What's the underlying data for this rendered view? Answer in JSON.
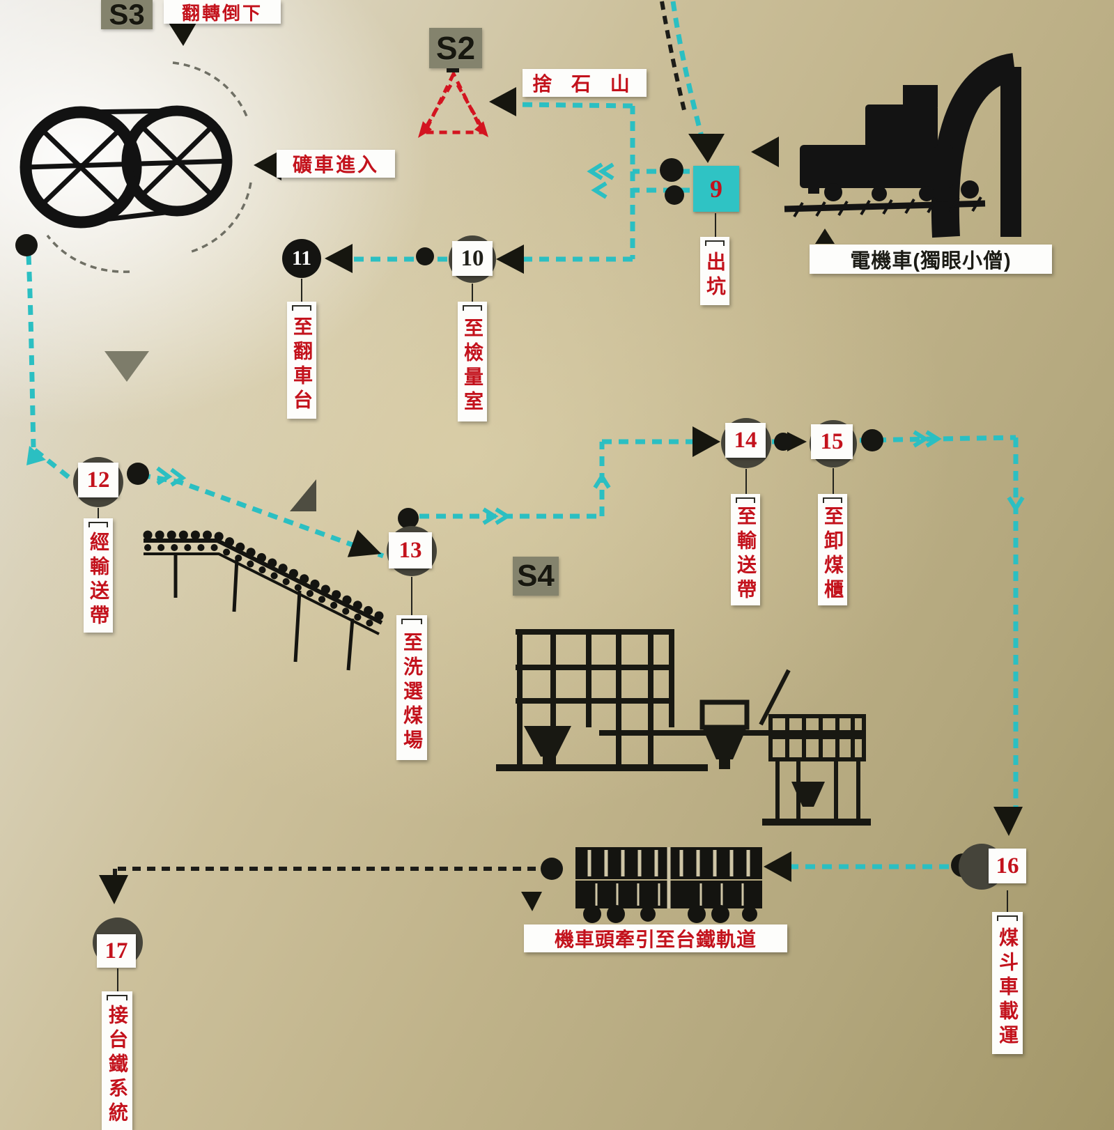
{
  "colors": {
    "flow_teal": "#2bbfc2",
    "text_red": "#c3121c",
    "ink_black": "#16160f",
    "section_gray": "#84836d",
    "node9_fill": "#2fc3c4"
  },
  "sections": {
    "s2": "S2",
    "s3": "S3",
    "s4": "S4"
  },
  "nodes": [
    {
      "num": "9",
      "label": "出坑"
    },
    {
      "num": "10",
      "label": "至檢量室"
    },
    {
      "num": "11",
      "label": "至翻車台"
    },
    {
      "num": "12",
      "label": "經輸送帶"
    },
    {
      "num": "13",
      "label": "至洗選煤場"
    },
    {
      "num": "14",
      "label": "至輸送帶"
    },
    {
      "num": "15",
      "label": "至卸煤櫃"
    },
    {
      "num": "16",
      "label": "煤斗車載運"
    },
    {
      "num": "17",
      "label": "接台鐵系統"
    }
  ],
  "annotations": {
    "flip_dump": "翻轉倒下",
    "minecar_enter": "礦車進入",
    "waste_rock_hill": "捨 石 山",
    "electric_locomotive": "電機車(獨眼小僧)",
    "locomotive_tow": "機車頭牽引至台鐵軌道"
  },
  "icons": {
    "car_tippler": "car-tippler-wheels-icon",
    "waste_rock": "waste-rock-hill-icon",
    "locomotive": "electric-locomotive-icon",
    "conveyor": "conveyor-belt-icon",
    "washing_plant": "coal-washing-plant-icon",
    "coal_train": "coal-train-icon"
  }
}
